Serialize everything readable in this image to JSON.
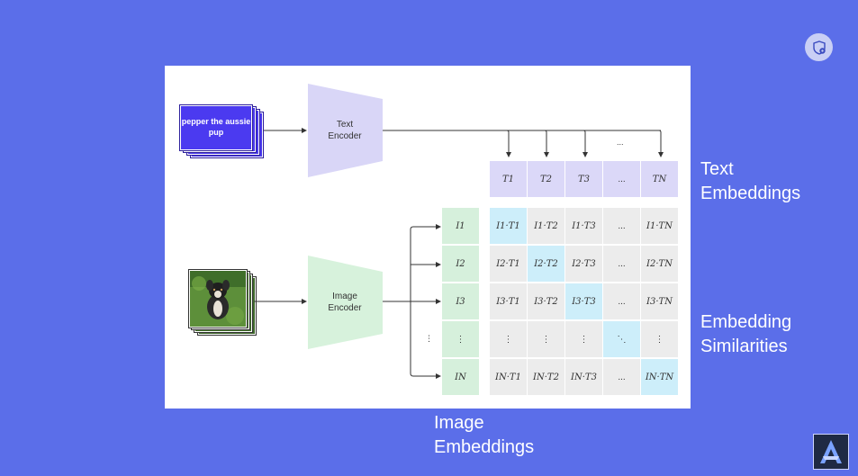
{
  "text_input": {
    "label": "pepper the aussie pup"
  },
  "text_encoder": {
    "label_line1": "Text",
    "label_line2": "Encoder"
  },
  "image_encoder": {
    "label_line1": "Image",
    "label_line2": "Encoder"
  },
  "top_arrow_dots": "...",
  "text_embeddings": [
    "T1",
    "T2",
    "T3",
    "...",
    "TN"
  ],
  "image_embeddings": [
    "I1",
    "I2",
    "I3",
    "⋮",
    "IN"
  ],
  "image_dots_left": "⋮",
  "similarities": [
    [
      "I1·T1",
      "I1·T2",
      "I1·T3",
      "...",
      "I1·TN"
    ],
    [
      "I2·T1",
      "I2·T2",
      "I2·T3",
      "...",
      "I2·TN"
    ],
    [
      "I3·T1",
      "I3·T2",
      "I3·T3",
      "...",
      "I3·TN"
    ],
    [
      "⋮",
      "⋮",
      "⋮",
      "⋱",
      "⋮"
    ],
    [
      "IN·T1",
      "IN·T2",
      "IN·T3",
      "...",
      "IN·TN"
    ]
  ],
  "labels": {
    "text_embeddings": [
      "Text",
      "Embeddings"
    ],
    "embedding_similarities": [
      "Embedding",
      "Similarities"
    ],
    "image_embeddings": [
      "Image",
      "Embeddings"
    ]
  },
  "colors": {
    "background": "#5b6ee9",
    "text_card": "#4b3af0",
    "text_embedding_cell": "#dbd8f8",
    "image_embedding_cell": "#d6f0dc",
    "matrix_cell": "#ececec",
    "diagonal_cell": "#cdeefa",
    "encoder_text": "#d9d6f7",
    "encoder_image": "#d7f2dc"
  },
  "icons": {
    "top_right": "shield-settings-icon",
    "bottom_right": "brand-logo-icon"
  }
}
